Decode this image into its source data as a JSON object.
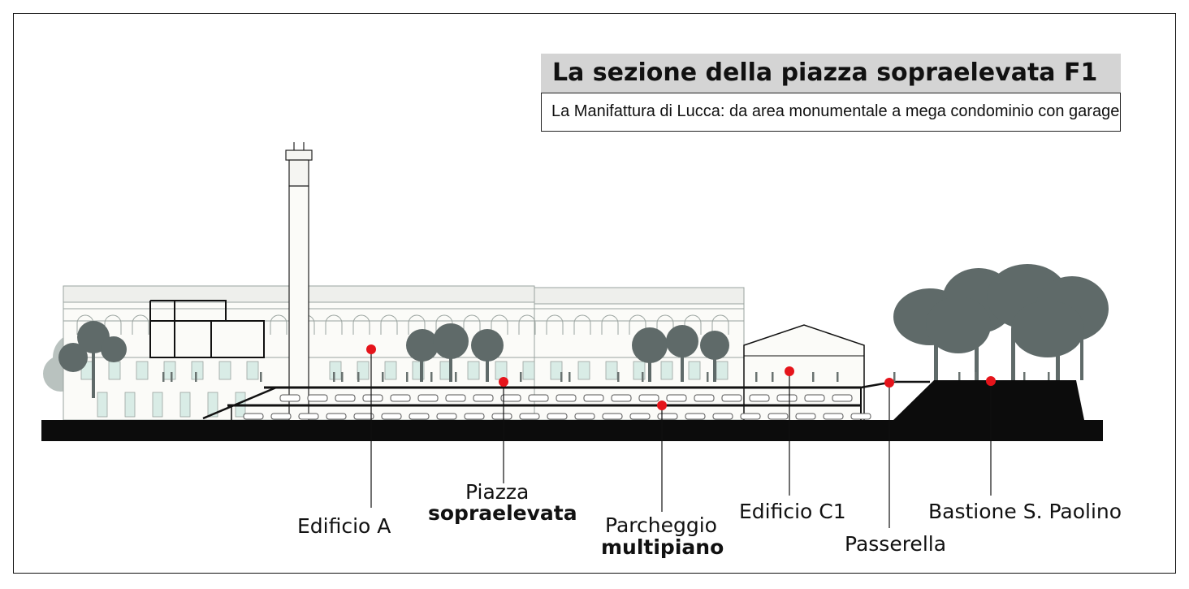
{
  "title": "La sezione della piazza sopraelevata F1",
  "subtitle": "La Manifattura di Lucca: da area monumentale a mega condominio con garage",
  "colors": {
    "marker": "#e5141b",
    "ground": "#0c0c0c",
    "tree": "#5f6a69",
    "building_line": "#9aa39f",
    "title_bg": "#d4d4d4"
  },
  "labels": {
    "edificio_a": "Edificio A",
    "piazza_line1": "Piazza",
    "piazza_line2": "sopraelevata",
    "parcheggio_line1": "Parcheggio",
    "parcheggio_line2": "multipiano",
    "edificio_c1": "Edificio C1",
    "passerella": "Passerella",
    "bastione": "Bastione S. Paolino"
  }
}
